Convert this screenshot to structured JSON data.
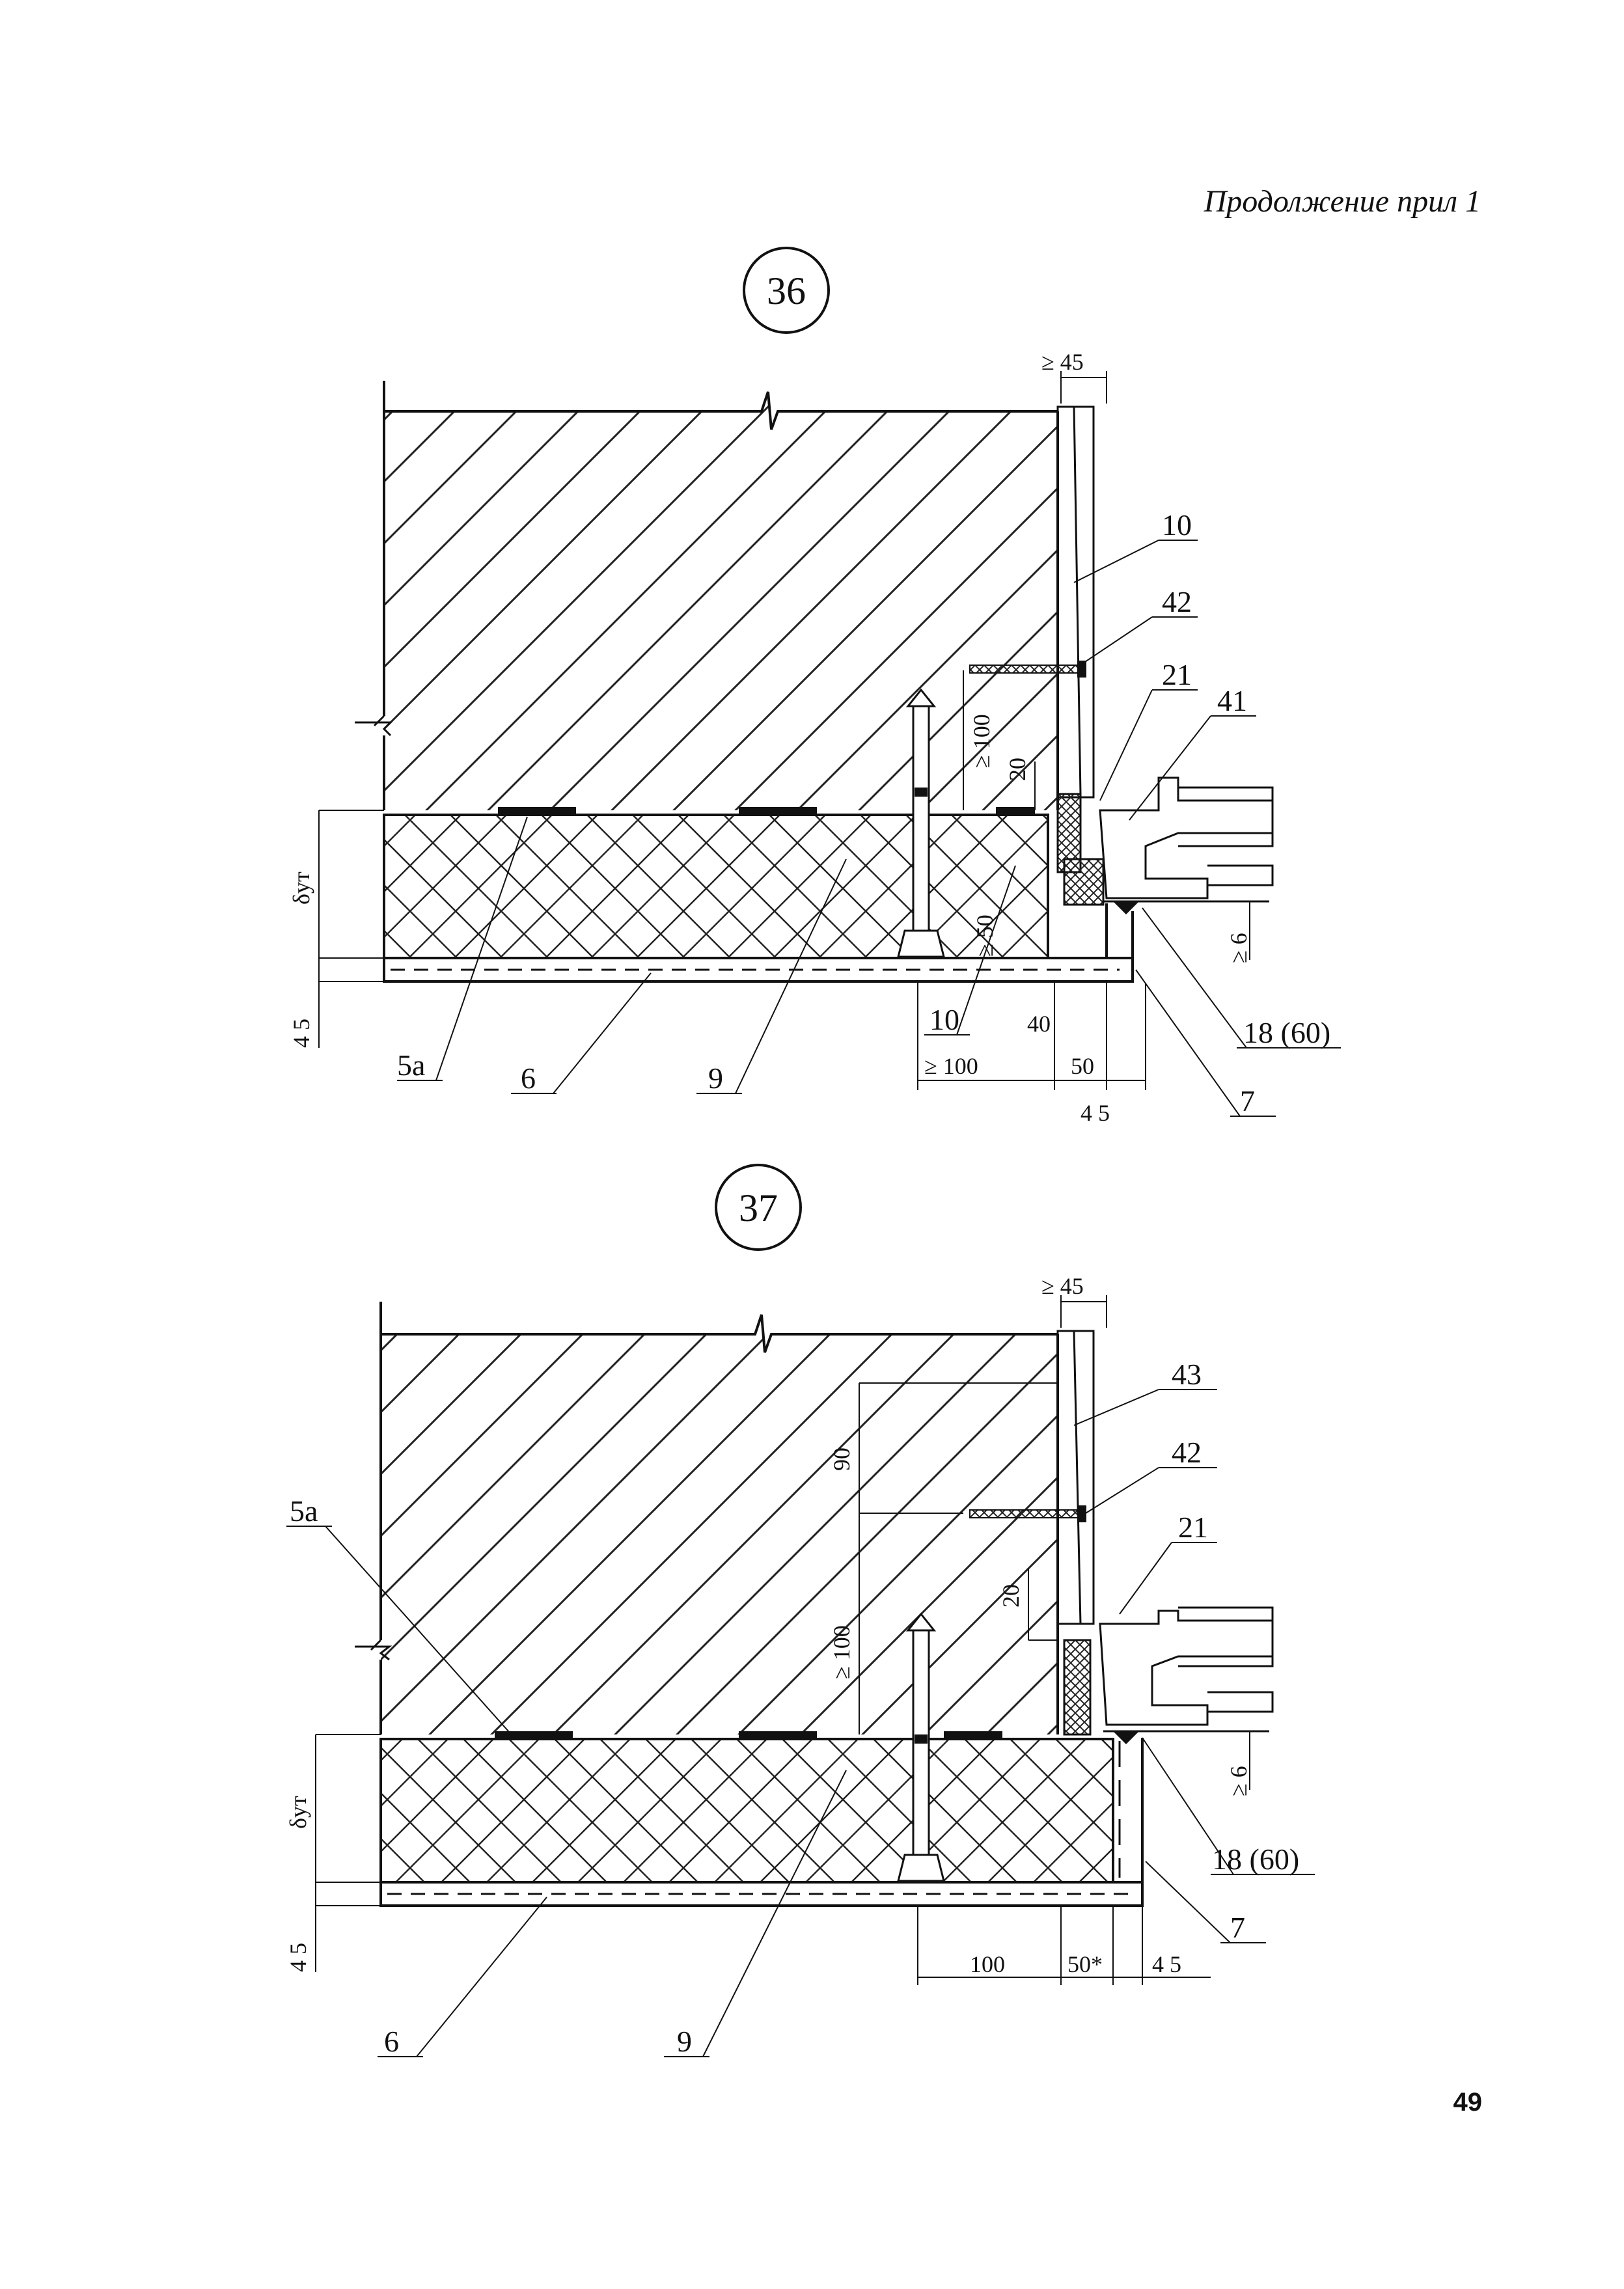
{
  "header": "Продолжение прил 1",
  "page_number": "49",
  "details": [
    {
      "number": "36",
      "dimensions": {
        "top_gap": "≥ 45",
        "vertical_100": "≥ 100",
        "vertical_20": "20",
        "vertical_50": "≥ 50",
        "delta": "δут",
        "left_45": "4 5",
        "ge6": "≥ 6",
        "bot_100": "≥ 100",
        "bot_40": "40",
        "bot_50": "50",
        "bot_45": "4 5"
      },
      "callouts": [
        "10",
        "42",
        "21",
        "41",
        "10",
        "18 (60)",
        "7",
        "5а",
        "6",
        "9"
      ]
    },
    {
      "number": "37",
      "dimensions": {
        "top_gap": "≥ 45",
        "vertical_90": "90",
        "vertical_100": "≥ 100",
        "vertical_20": "20",
        "delta": "δут",
        "left_45": "4 5",
        "ge6": "≥ 6",
        "bot_100": "100",
        "bot_50": "50*",
        "bot_45": "4 5"
      },
      "callouts": [
        "43",
        "42",
        "21",
        "5а",
        "18 (60)",
        "7",
        "6",
        "9"
      ]
    }
  ]
}
